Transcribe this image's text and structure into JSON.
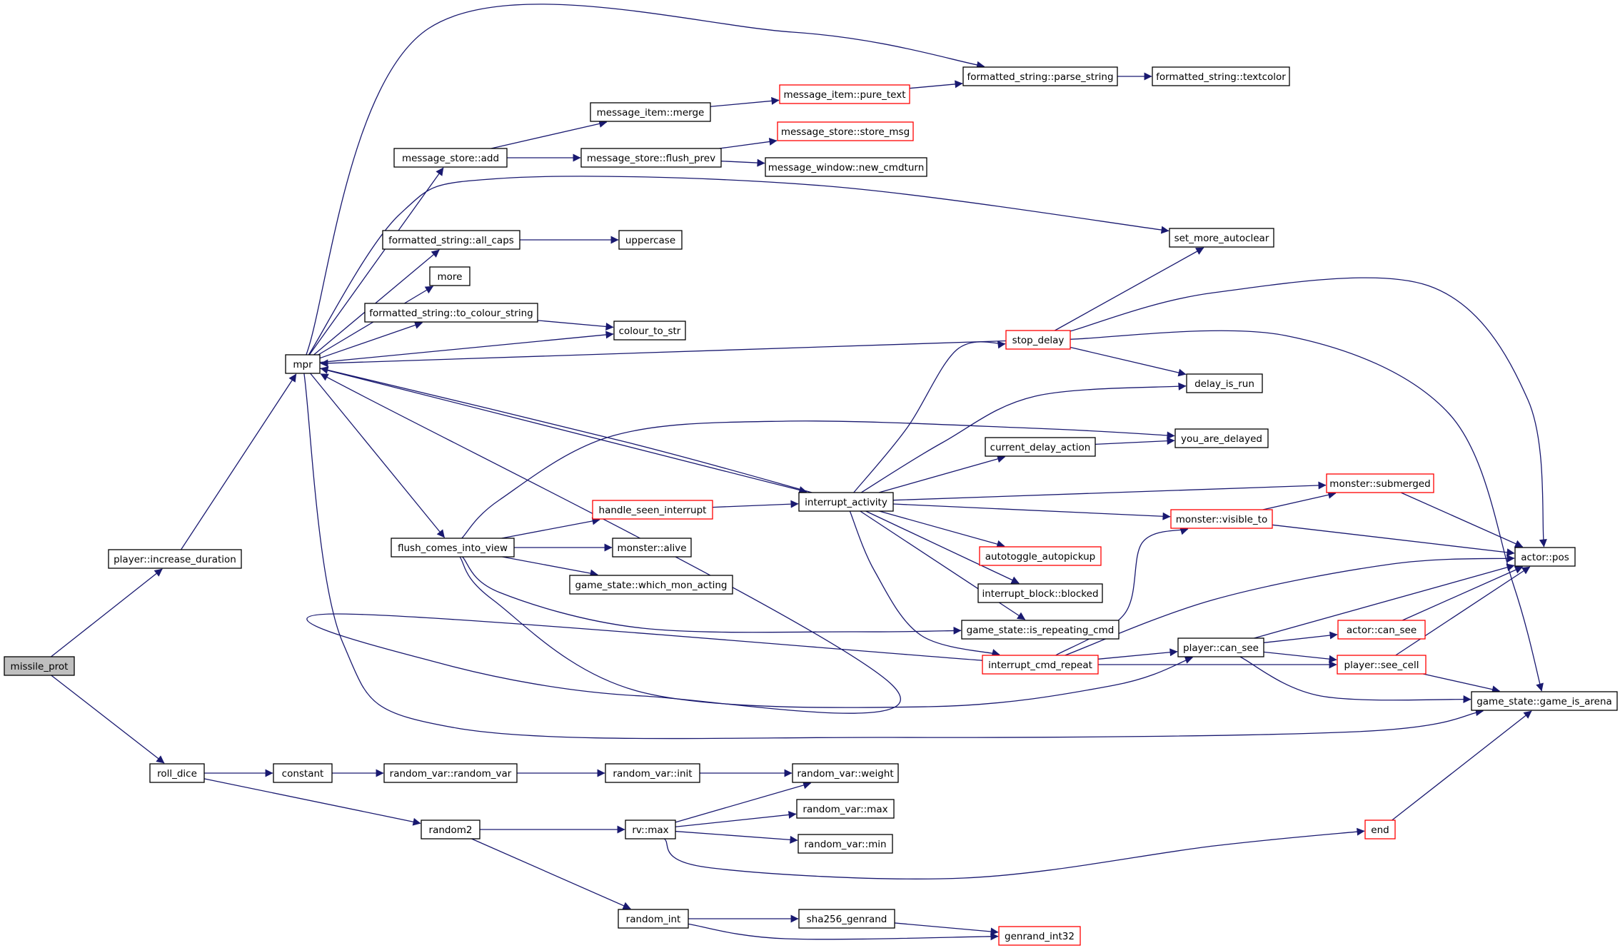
{
  "colors": {
    "edge": "#191970",
    "border_normal": "#000000",
    "border_truncated": "#ff0000",
    "fill_normal": "#ffffff",
    "fill_root": "#bfbfbf"
  },
  "nodes": [
    {
      "id": "missile_prot",
      "label": "missile_prot",
      "style": "root"
    },
    {
      "id": "increase_duration",
      "label": "player::increase_duration",
      "style": "normal"
    },
    {
      "id": "roll_dice",
      "label": "roll_dice",
      "style": "normal"
    },
    {
      "id": "mpr",
      "label": "mpr",
      "style": "normal"
    },
    {
      "id": "constant",
      "label": "constant",
      "style": "normal"
    },
    {
      "id": "random2",
      "label": "random2",
      "style": "normal"
    },
    {
      "id": "ms_add",
      "label": "message_store::add",
      "style": "normal"
    },
    {
      "id": "fs_all_caps",
      "label": "formatted_string::all_caps",
      "style": "normal"
    },
    {
      "id": "more",
      "label": "more",
      "style": "normal"
    },
    {
      "id": "fs_to_colour",
      "label": "formatted_string::to_colour_string",
      "style": "normal"
    },
    {
      "id": "flush_comes",
      "label": "flush_comes_into_view",
      "style": "normal"
    },
    {
      "id": "rv_random_var",
      "label": "random_var::random_var",
      "style": "normal"
    },
    {
      "id": "mi_merge",
      "label": "message_item::merge",
      "style": "normal"
    },
    {
      "id": "ms_flush_prev",
      "label": "message_store::flush_prev",
      "style": "normal"
    },
    {
      "id": "handle_seen",
      "label": "handle_seen_interrupt",
      "style": "truncated"
    },
    {
      "id": "monster_alive",
      "label": "monster::alive",
      "style": "normal"
    },
    {
      "id": "gs_which_mon",
      "label": "game_state::which_mon_acting",
      "style": "normal"
    },
    {
      "id": "uppercase",
      "label": "uppercase",
      "style": "normal"
    },
    {
      "id": "colour_to_str",
      "label": "colour_to_str",
      "style": "normal"
    },
    {
      "id": "rv_init",
      "label": "random_var::init",
      "style": "normal"
    },
    {
      "id": "rv_max",
      "label": "rv::max",
      "style": "normal"
    },
    {
      "id": "random_int",
      "label": "random_int",
      "style": "normal"
    },
    {
      "id": "mi_pure_text",
      "label": "message_item::pure_text",
      "style": "truncated"
    },
    {
      "id": "ms_store_msg",
      "label": "message_store::store_msg",
      "style": "truncated"
    },
    {
      "id": "mw_new_cmdturn",
      "label": "message_window::new_cmdturn",
      "style": "normal"
    },
    {
      "id": "interrupt_activity",
      "label": "interrupt_activity",
      "style": "normal"
    },
    {
      "id": "rvar_weight",
      "label": "random_var::weight",
      "style": "normal"
    },
    {
      "id": "rvar_max",
      "label": "random_var::max",
      "style": "normal"
    },
    {
      "id": "rvar_min",
      "label": "random_var::min",
      "style": "normal"
    },
    {
      "id": "sha256",
      "label": "sha256_genrand",
      "style": "normal"
    },
    {
      "id": "fs_parse_string",
      "label": "formatted_string::parse_string",
      "style": "normal"
    },
    {
      "id": "stop_delay",
      "label": "stop_delay",
      "style": "truncated"
    },
    {
      "id": "current_delay",
      "label": "current_delay_action",
      "style": "normal"
    },
    {
      "id": "autotoggle",
      "label": "autotoggle_autopickup",
      "style": "truncated"
    },
    {
      "id": "ib_blocked",
      "label": "interrupt_block::blocked",
      "style": "normal"
    },
    {
      "id": "gs_is_repeating",
      "label": "game_state::is_repeating_cmd",
      "style": "normal"
    },
    {
      "id": "interrupt_cmd_repeat",
      "label": "interrupt_cmd_repeat",
      "style": "truncated"
    },
    {
      "id": "genrand",
      "label": "genrand_int32",
      "style": "truncated"
    },
    {
      "id": "mon_visible_to",
      "label": "monster::visible_to",
      "style": "truncated"
    },
    {
      "id": "fs_textcolor",
      "label": "formatted_string::textcolor",
      "style": "normal"
    },
    {
      "id": "set_more",
      "label": "set_more_autoclear",
      "style": "normal"
    },
    {
      "id": "delay_is_run",
      "label": "delay_is_run",
      "style": "normal"
    },
    {
      "id": "you_are_delayed",
      "label": "you_are_delayed",
      "style": "normal"
    },
    {
      "id": "player_can_see",
      "label": "player::can_see",
      "style": "normal"
    },
    {
      "id": "end",
      "label": "end",
      "style": "truncated"
    },
    {
      "id": "mon_submerged",
      "label": "monster::submerged",
      "style": "truncated"
    },
    {
      "id": "actor_can_see",
      "label": "actor::can_see",
      "style": "truncated"
    },
    {
      "id": "player_see_cell",
      "label": "player::see_cell",
      "style": "truncated"
    },
    {
      "id": "actor_pos",
      "label": "actor::pos",
      "style": "normal"
    },
    {
      "id": "gs_game_is_arena",
      "label": "game_state::game_is_arena",
      "style": "normal"
    }
  ],
  "edges": [
    [
      "missile_prot",
      "increase_duration"
    ],
    [
      "missile_prot",
      "roll_dice"
    ],
    [
      "increase_duration",
      "mpr"
    ],
    [
      "mpr",
      "ms_add"
    ],
    [
      "mpr",
      "fs_all_caps"
    ],
    [
      "mpr",
      "more"
    ],
    [
      "mpr",
      "fs_to_colour"
    ],
    [
      "mpr",
      "colour_to_str"
    ],
    [
      "mpr",
      "flush_comes"
    ],
    [
      "mpr",
      "interrupt_activity"
    ],
    [
      "mpr",
      "fs_parse_string"
    ],
    [
      "mpr",
      "set_more"
    ],
    [
      "mpr",
      "gs_game_is_arena"
    ],
    [
      "ms_add",
      "mi_merge"
    ],
    [
      "ms_add",
      "ms_flush_prev"
    ],
    [
      "mi_merge",
      "mi_pure_text"
    ],
    [
      "mi_pure_text",
      "fs_parse_string"
    ],
    [
      "fs_parse_string",
      "fs_textcolor"
    ],
    [
      "ms_flush_prev",
      "ms_store_msg"
    ],
    [
      "ms_flush_prev",
      "mw_new_cmdturn"
    ],
    [
      "fs_all_caps",
      "uppercase"
    ],
    [
      "fs_to_colour",
      "colour_to_str"
    ],
    [
      "flush_comes",
      "handle_seen"
    ],
    [
      "flush_comes",
      "monster_alive"
    ],
    [
      "flush_comes",
      "gs_which_mon"
    ],
    [
      "flush_comes",
      "you_are_delayed"
    ],
    [
      "flush_comes",
      "gs_is_repeating"
    ],
    [
      "flush_comes",
      "player_can_see"
    ],
    [
      "handle_seen",
      "interrupt_activity"
    ],
    [
      "interrupt_activity",
      "mpr"
    ],
    [
      "interrupt_activity",
      "stop_delay"
    ],
    [
      "interrupt_activity",
      "delay_is_run"
    ],
    [
      "interrupt_activity",
      "current_delay"
    ],
    [
      "interrupt_activity",
      "mon_submerged"
    ],
    [
      "interrupt_activity",
      "mon_visible_to"
    ],
    [
      "interrupt_activity",
      "autotoggle"
    ],
    [
      "interrupt_activity",
      "ib_blocked"
    ],
    [
      "interrupt_activity",
      "gs_is_repeating"
    ],
    [
      "interrupt_activity",
      "interrupt_cmd_repeat"
    ],
    [
      "current_delay",
      "you_are_delayed"
    ],
    [
      "stop_delay",
      "mpr"
    ],
    [
      "stop_delay",
      "set_more"
    ],
    [
      "stop_delay",
      "delay_is_run"
    ],
    [
      "stop_delay",
      "actor_pos"
    ],
    [
      "stop_delay",
      "gs_game_is_arena"
    ],
    [
      "interrupt_cmd_repeat",
      "mpr"
    ],
    [
      "interrupt_cmd_repeat",
      "mon_visible_to"
    ],
    [
      "interrupt_cmd_repeat",
      "actor_pos"
    ],
    [
      "interrupt_cmd_repeat",
      "player_can_see"
    ],
    [
      "interrupt_cmd_repeat",
      "player_see_cell"
    ],
    [
      "mon_visible_to",
      "mon_submerged"
    ],
    [
      "mon_visible_to",
      "actor_pos"
    ],
    [
      "mon_submerged",
      "actor_pos"
    ],
    [
      "player_can_see",
      "actor_pos"
    ],
    [
      "player_can_see",
      "actor_can_see"
    ],
    [
      "player_can_see",
      "player_see_cell"
    ],
    [
      "player_can_see",
      "gs_game_is_arena"
    ],
    [
      "actor_can_see",
      "actor_pos"
    ],
    [
      "player_see_cell",
      "actor_pos"
    ],
    [
      "player_see_cell",
      "gs_game_is_arena"
    ],
    [
      "roll_dice",
      "constant"
    ],
    [
      "roll_dice",
      "random2"
    ],
    [
      "constant",
      "rv_random_var"
    ],
    [
      "rv_random_var",
      "rv_init"
    ],
    [
      "rv_init",
      "rvar_weight"
    ],
    [
      "random2",
      "rv_max"
    ],
    [
      "random2",
      "random_int"
    ],
    [
      "rv_max",
      "rvar_weight"
    ],
    [
      "rv_max",
      "rvar_max"
    ],
    [
      "rv_max",
      "rvar_min"
    ],
    [
      "rv_max",
      "end"
    ],
    [
      "end",
      "gs_game_is_arena"
    ],
    [
      "random_int",
      "sha256"
    ],
    [
      "random_int",
      "genrand"
    ],
    [
      "sha256",
      "genrand"
    ]
  ]
}
